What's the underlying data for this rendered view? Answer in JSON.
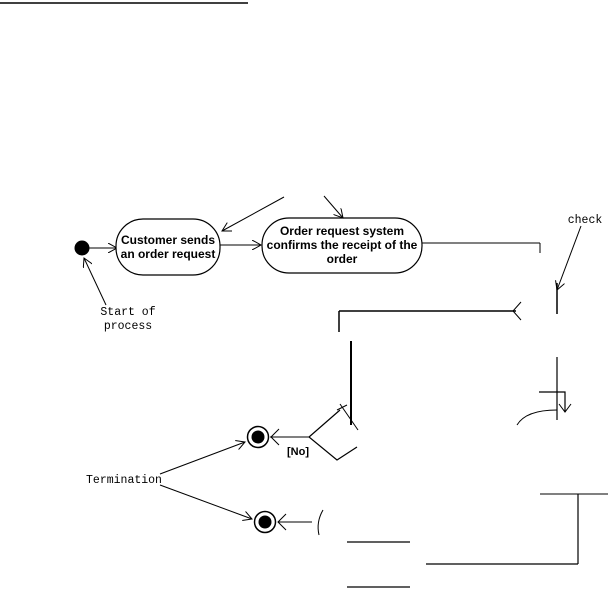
{
  "nodes": {
    "customer_sends": "Customer sends\nan order request",
    "order_request_system": "Order request system\nconfirms the receipt of the\norder"
  },
  "annotations": {
    "start_label": "Start of\nprocess",
    "check_label": "check",
    "termination_label": "Termination"
  },
  "guards": {
    "no": "[No]"
  },
  "colors": {
    "line": "#000000",
    "background": "#ffffff"
  }
}
